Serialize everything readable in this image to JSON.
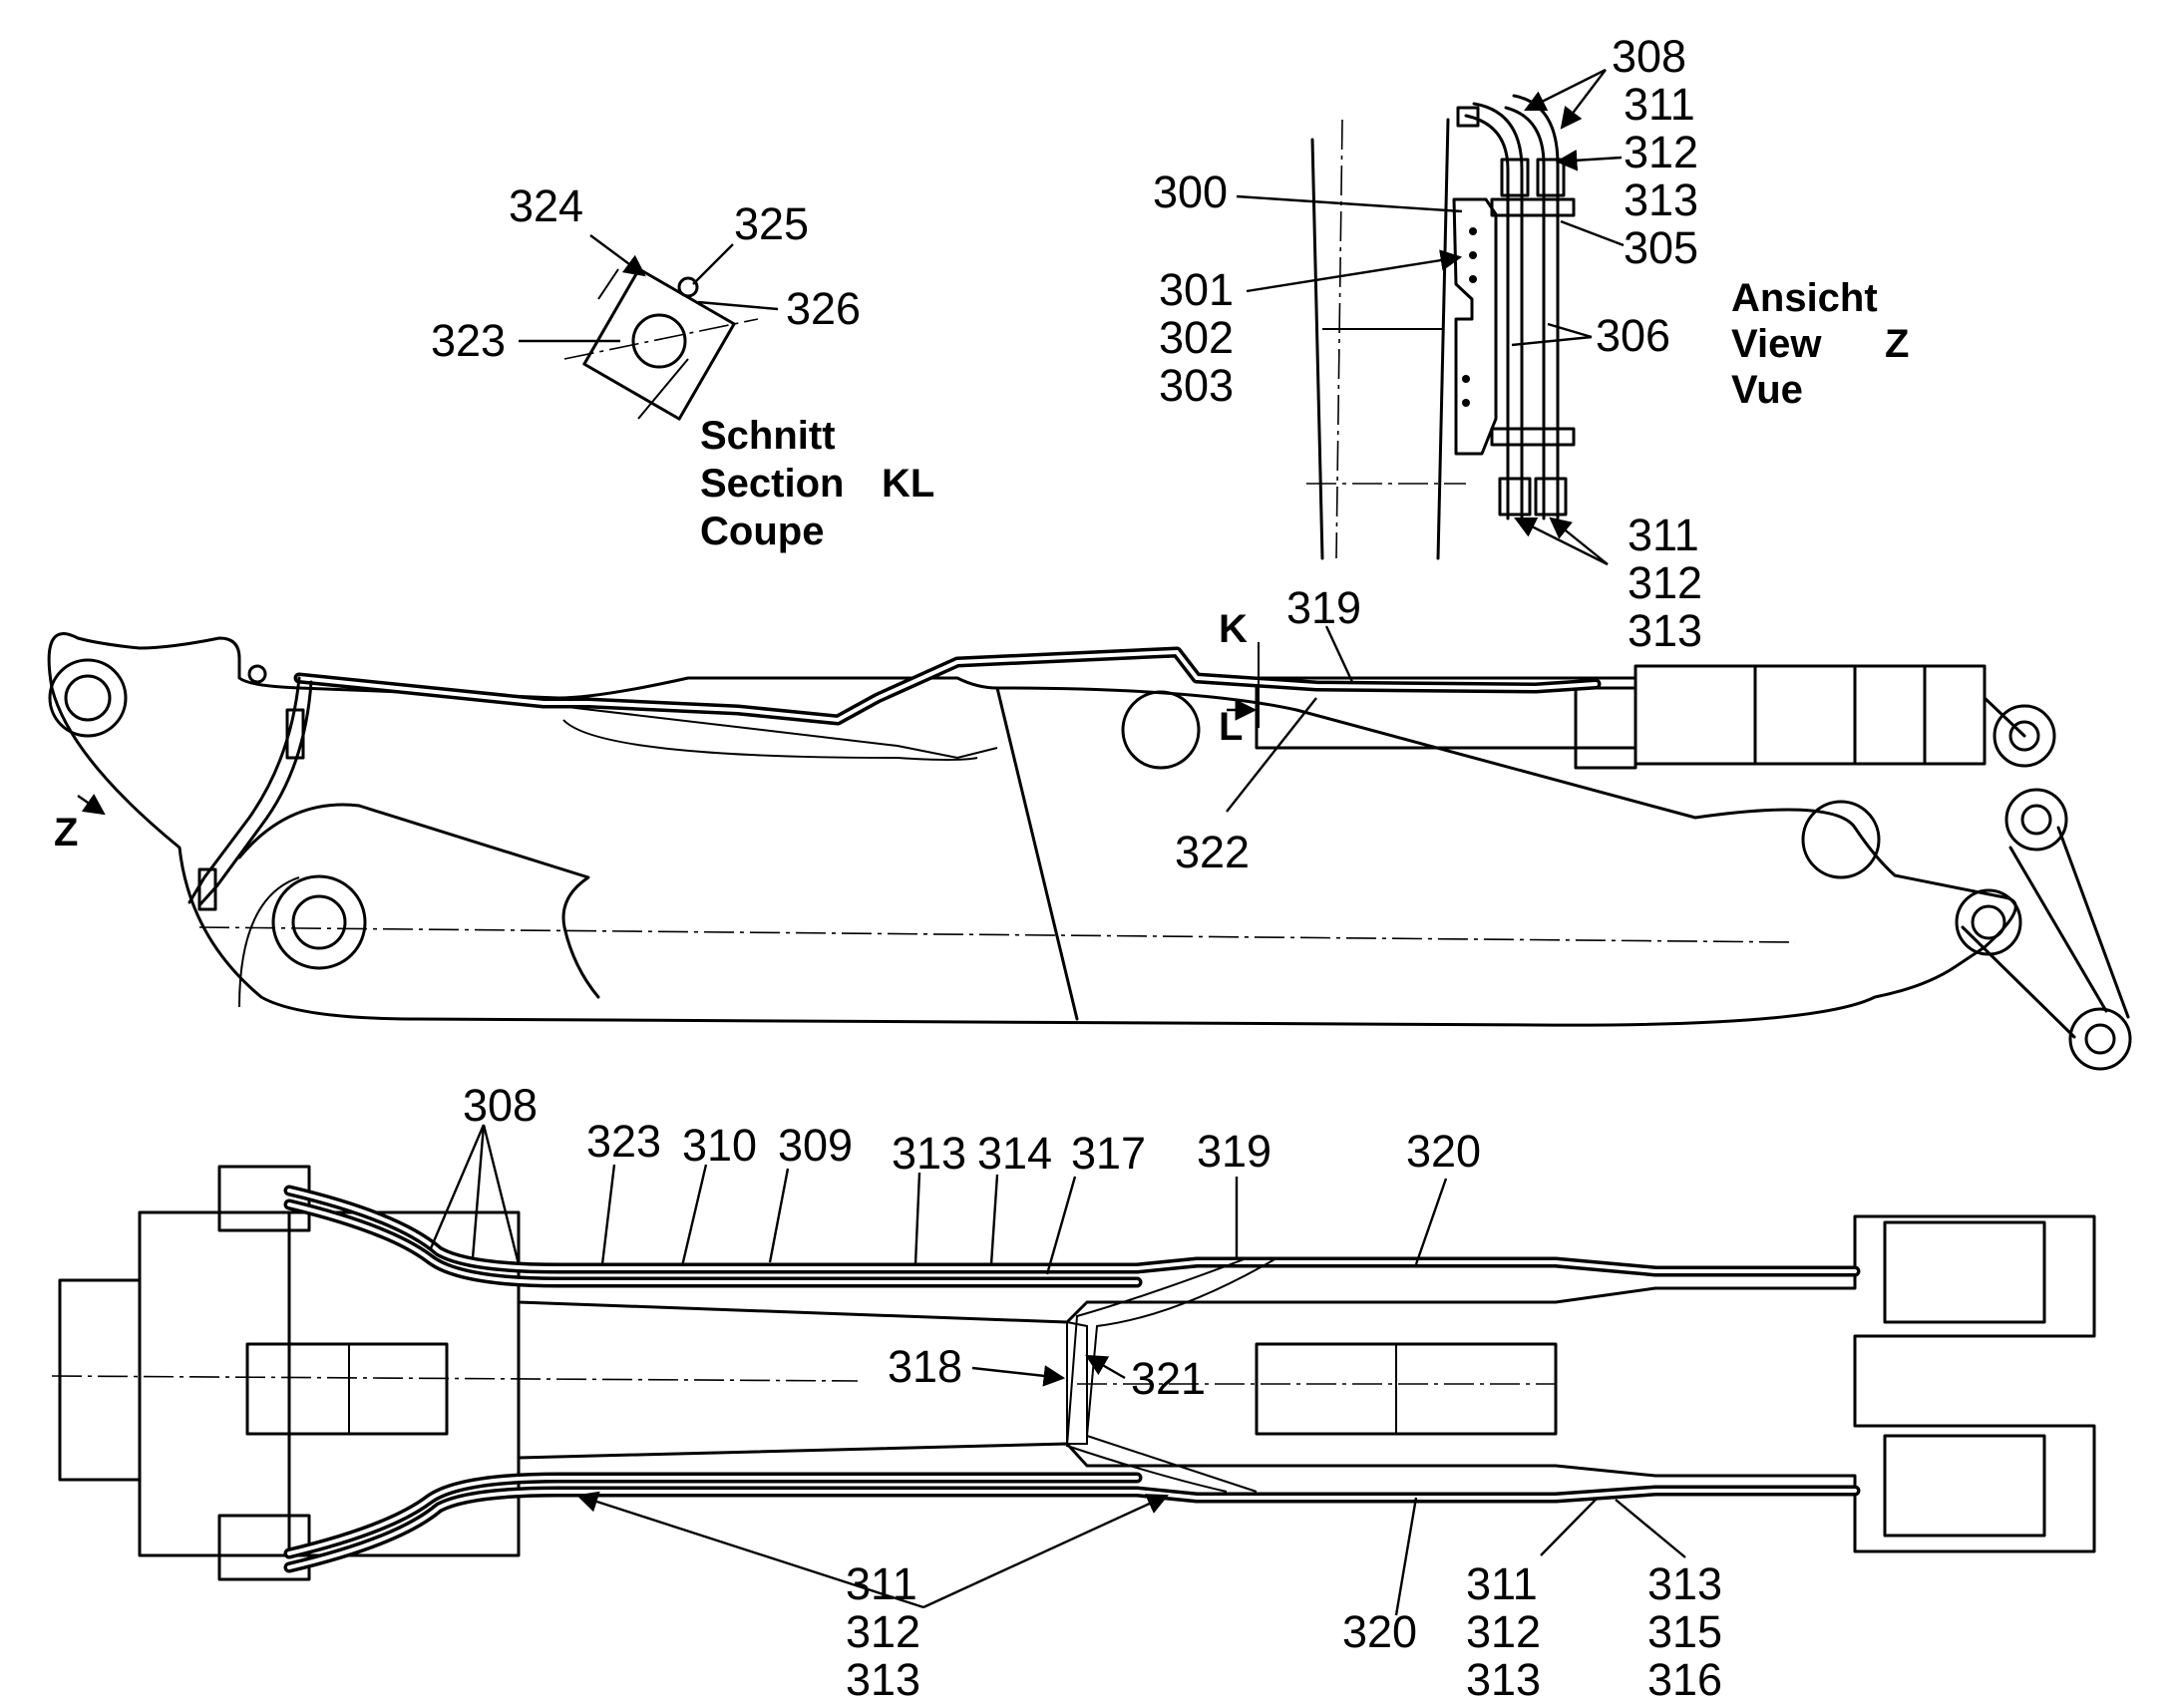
{
  "captions": {
    "section_kl": [
      "Schnitt",
      "Section",
      "KL",
      "Coupe"
    ],
    "view_z": [
      "Ansicht",
      "View",
      "Z",
      "Vue"
    ]
  },
  "markers": {
    "view_z": "Z",
    "section_k": "K",
    "section_l": "L"
  },
  "callouts": {
    "section_kl": [
      "324",
      "325",
      "326",
      "323"
    ],
    "view_z": [
      "308",
      "311",
      "312",
      "313",
      "305",
      "300",
      "301",
      "302",
      "303",
      "306",
      "311",
      "312",
      "313"
    ],
    "side_view": [
      "319",
      "322"
    ],
    "top_view": [
      "308",
      "323",
      "310",
      "309",
      "313",
      "314",
      "317",
      "319",
      "320",
      "318",
      "321",
      "311",
      "312",
      "313",
      "320",
      "311",
      "312",
      "313",
      "313",
      "315",
      "316"
    ]
  }
}
